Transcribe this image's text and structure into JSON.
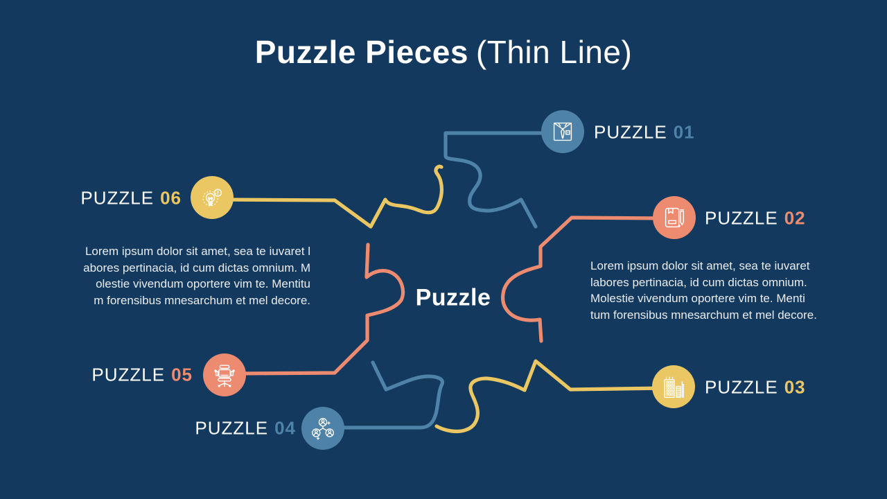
{
  "slide": {
    "title_bold": "Puzzle Pieces",
    "title_light": "(Thin Line)",
    "center_label": "Puzzle"
  },
  "colors": {
    "background": "#14395E",
    "blue": "#4E82A8",
    "coral": "#EC8B70",
    "yellow": "#EAC763",
    "text": "#E9EDF2",
    "white": "#FFFFFF"
  },
  "items": [
    {
      "word": "PUZZLE",
      "number": "01",
      "icon": "shirt-tie-icon",
      "color": "blue"
    },
    {
      "word": "PUZZLE",
      "number": "02",
      "icon": "notebook-pen-icon",
      "color": "coral"
    },
    {
      "word": "PUZZLE",
      "number": "03",
      "icon": "buildings-icon",
      "color": "yellow"
    },
    {
      "word": "PUZZLE",
      "number": "04",
      "icon": "people-network-icon",
      "color": "blue"
    },
    {
      "word": "PUZZLE",
      "number": "05",
      "icon": "office-chair-icon",
      "color": "coral"
    },
    {
      "word": "PUZZLE",
      "number": "06",
      "icon": "idea-bulb-icon",
      "color": "yellow"
    }
  ],
  "paragraphs": {
    "left": "Lorem ipsum dolor sit amet, sea te iuvaret l\nabores pertinacia, id cum dictas omnium. M\nolestie vivendum oportere vim te. Mentitu\nm forensibus mnesarchum et mel decore.",
    "right": "Lorem ipsum dolor sit amet, sea te iuvaret\nlabores pertinacia, id cum dictas omnium.\nMolestie vivendum oportere vim te. Menti\ntum forensibus mnesarchum et mel decore."
  }
}
